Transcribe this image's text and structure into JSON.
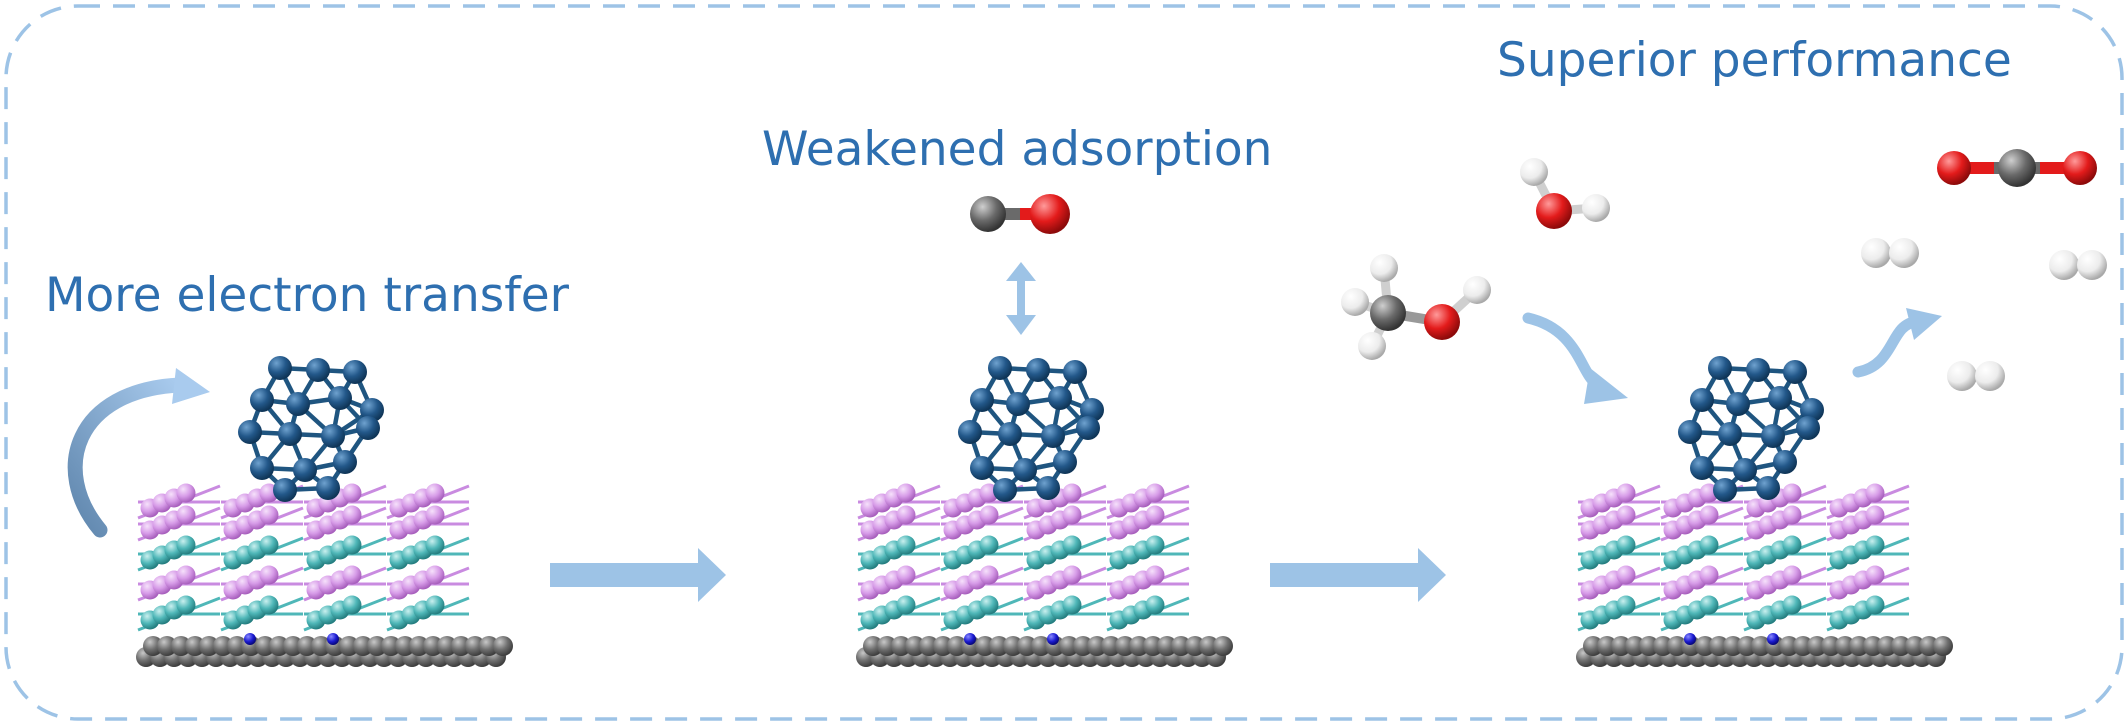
{
  "labels": {
    "electron_transfer": "More electron transfer",
    "weakened_adsorption": "Weakened adsorption",
    "superior_performance": "Superior performance"
  },
  "colors": {
    "label_text": "#2e6fb0",
    "border_dash": "#9dc3e6",
    "arrow": "#9dc3e6",
    "cluster_atom": "#1f5580",
    "layer_pink": "#d79ce8",
    "layer_teal": "#4fb7b8",
    "substrate_gray": "#6f6f6f",
    "dopant_blue": "#1a1ad0",
    "oxygen": "#e31b1b",
    "carbon": "#6a6a6a",
    "hydrogen": "#f2f2f2"
  },
  "icons": [
    "curved-arrow-icon",
    "right-arrow-icon",
    "double-arrow-icon",
    "co-molecule-icon",
    "co2-molecule-icon",
    "water-molecule-icon",
    "methanol-molecule-icon",
    "hydrogen-molecule-icon"
  ]
}
